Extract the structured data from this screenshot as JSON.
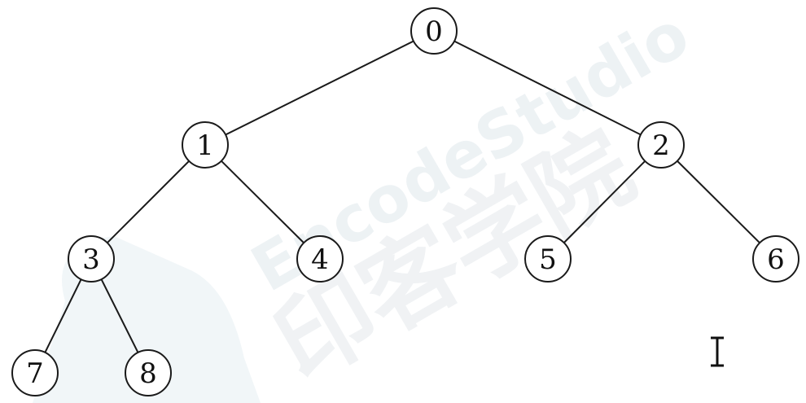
{
  "diagram": {
    "type": "binary-tree",
    "nodes": [
      {
        "id": "n0",
        "label": "0"
      },
      {
        "id": "n1",
        "label": "1"
      },
      {
        "id": "n2",
        "label": "2"
      },
      {
        "id": "n3",
        "label": "3"
      },
      {
        "id": "n4",
        "label": "4"
      },
      {
        "id": "n5",
        "label": "5"
      },
      {
        "id": "n6",
        "label": "6"
      },
      {
        "id": "n7",
        "label": "7"
      },
      {
        "id": "n8",
        "label": "8"
      }
    ],
    "edges": [
      [
        "n0",
        "n1"
      ],
      [
        "n0",
        "n2"
      ],
      [
        "n1",
        "n3"
      ],
      [
        "n1",
        "n4"
      ],
      [
        "n2",
        "n5"
      ],
      [
        "n2",
        "n6"
      ],
      [
        "n3",
        "n7"
      ],
      [
        "n3",
        "n8"
      ]
    ]
  },
  "watermark": {
    "brand_text": "EncodeStudio",
    "cn_text": "印客学院",
    "color": "#dfe7ec",
    "green_color": "#e3f0e3"
  },
  "cursor": {
    "icon": "text-cursor-icon"
  }
}
